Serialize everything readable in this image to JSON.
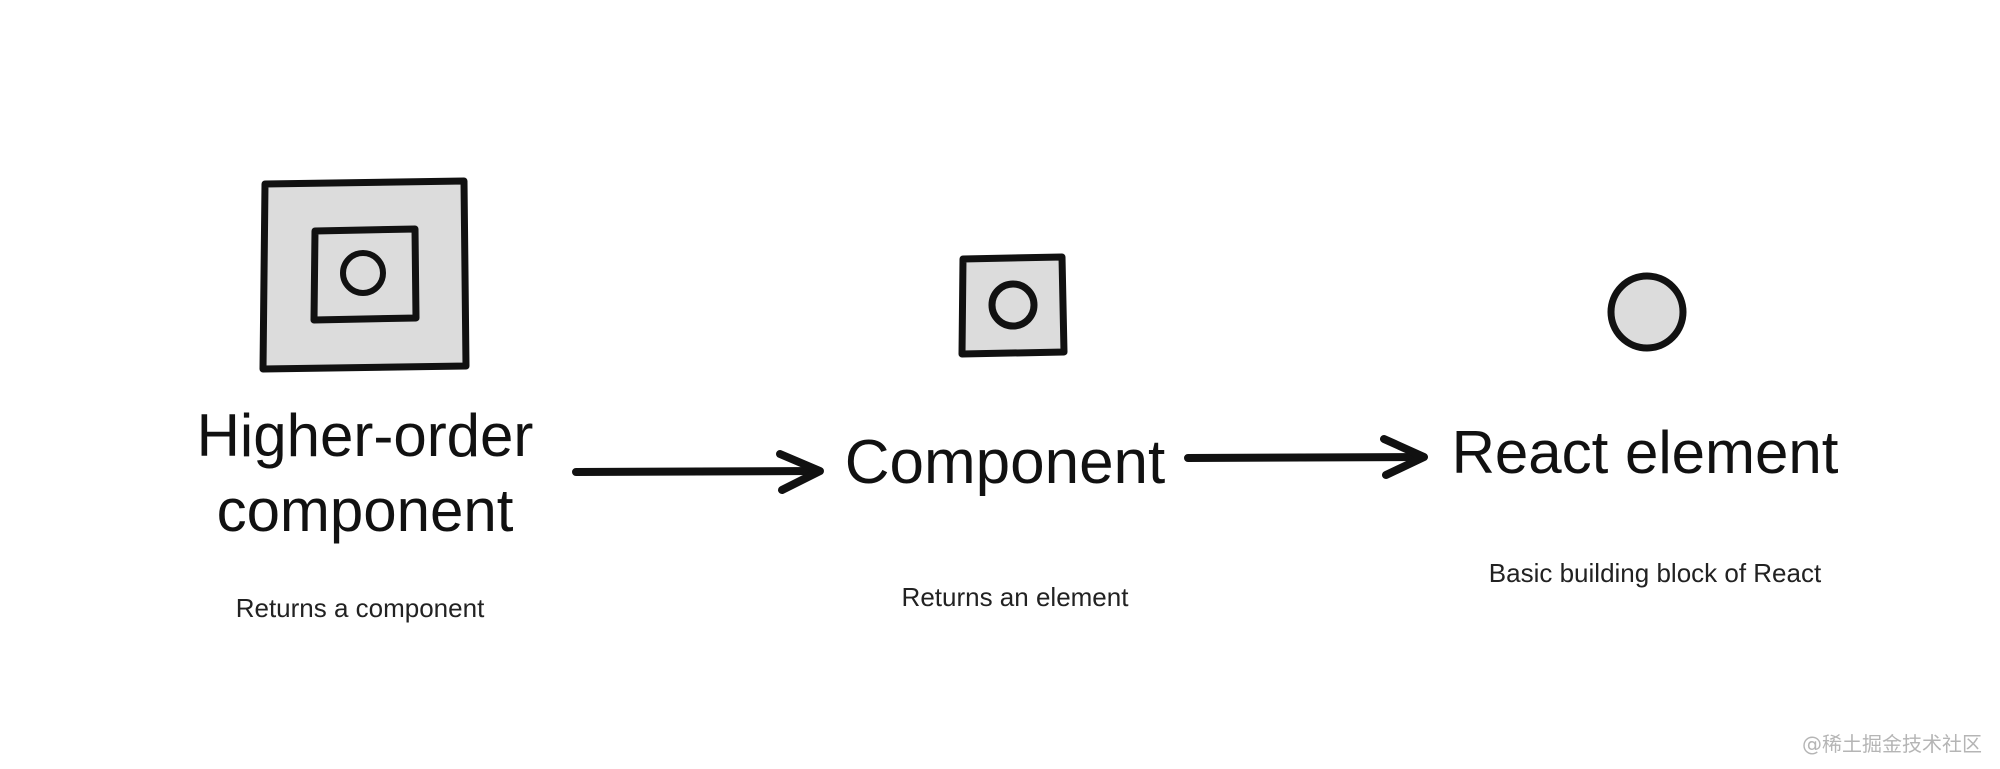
{
  "diagram": {
    "nodes": [
      {
        "id": "hoc",
        "title_line1": "Higher-order",
        "title_line2": "component",
        "subtitle": "Returns a component",
        "icon": "nested-square-circle-icon"
      },
      {
        "id": "component",
        "title": "Component",
        "subtitle": "Returns an element",
        "icon": "square-circle-icon"
      },
      {
        "id": "element",
        "title": "React element",
        "subtitle": "Basic building block of React",
        "icon": "circle-icon"
      }
    ],
    "edges": [
      {
        "from": "hoc",
        "to": "component",
        "icon": "arrow-right-icon"
      },
      {
        "from": "component",
        "to": "element",
        "icon": "arrow-right-icon"
      }
    ]
  },
  "colors": {
    "fill": "#dcdcdc",
    "stroke": "#111111",
    "text": "#111111",
    "watermark": "#b5b5b5"
  },
  "watermark": "@稀土掘金技术社区"
}
